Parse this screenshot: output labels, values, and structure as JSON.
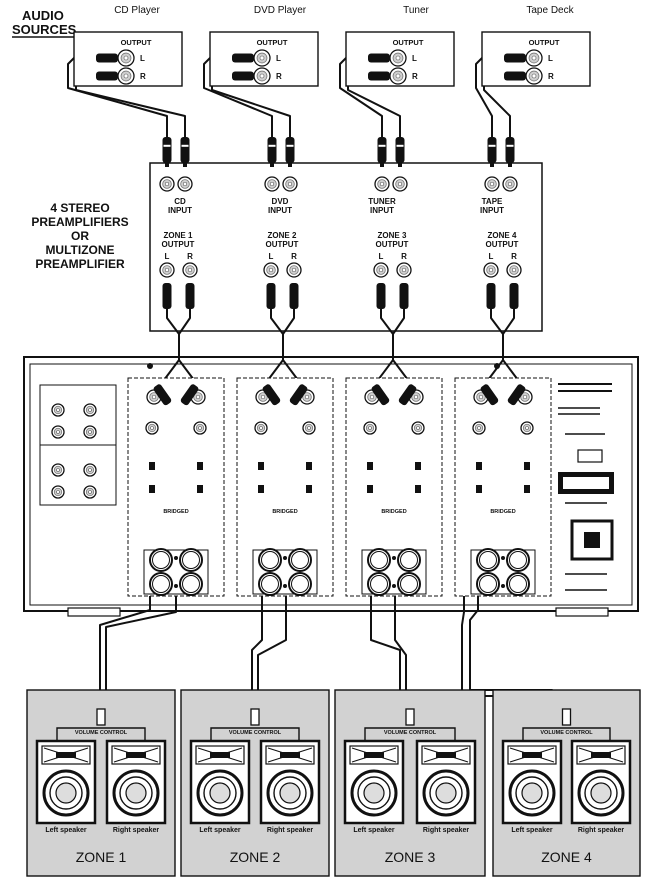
{
  "header": {
    "line1": "AUDIO",
    "line2": "SOURCES"
  },
  "sources": [
    {
      "name": "CD Player",
      "output_label": "OUTPUT",
      "l": "L",
      "r": "R"
    },
    {
      "name": "DVD Player",
      "output_label": "OUTPUT",
      "l": "L",
      "r": "R"
    },
    {
      "name": "Tuner",
      "output_label": "OUTPUT",
      "l": "L",
      "r": "R"
    },
    {
      "name": "Tape Deck",
      "output_label": "OUTPUT",
      "l": "L",
      "r": "R"
    }
  ],
  "preamp": {
    "title_lines": [
      "4 STEREO",
      "PREAMPLIFIERS",
      "OR",
      "MULTIZONE",
      "PREAMPLIFIER"
    ],
    "inputs": [
      {
        "l1": "CD",
        "l2": "INPUT"
      },
      {
        "l1": "DVD",
        "l2": "INPUT"
      },
      {
        "l1": "TUNER",
        "l2": "INPUT"
      },
      {
        "l1": "TAPE",
        "l2": "INPUT"
      }
    ],
    "outputs": [
      {
        "l1": "ZONE 1",
        "l2": "OUTPUT",
        "l": "L",
        "r": "R"
      },
      {
        "l1": "ZONE 2",
        "l2": "OUTPUT",
        "l": "L",
        "r": "R"
      },
      {
        "l1": "ZONE 3",
        "l2": "OUTPUT",
        "l": "L",
        "r": "R"
      },
      {
        "l1": "ZONE 4",
        "l2": "OUTPUT",
        "l": "L",
        "r": "R"
      }
    ]
  },
  "amplifier": {
    "modes": [
      "BRIDGED",
      "BRIDGED",
      "BRIDGED",
      "BRIDGED"
    ]
  },
  "zones": [
    {
      "name": "ZONE 1",
      "control": "VOLUME CONTROL",
      "left": "Left speaker",
      "right": "Right speaker"
    },
    {
      "name": "ZONE 2",
      "control": "VOLUME CONTROL",
      "left": "Left speaker",
      "right": "Right speaker"
    },
    {
      "name": "ZONE 3",
      "control": "VOLUME CONTROL",
      "left": "Left speaker",
      "right": "Right speaker"
    },
    {
      "name": "ZONE 4",
      "control": "VOLUME CONTROL",
      "left": "Left speaker",
      "right": "Right speaker"
    }
  ],
  "colors": {
    "zone_fill": "#d2d2d2",
    "ink": "#111111",
    "panel": "#ffffff",
    "jack_ring": "#cfcfcf"
  }
}
